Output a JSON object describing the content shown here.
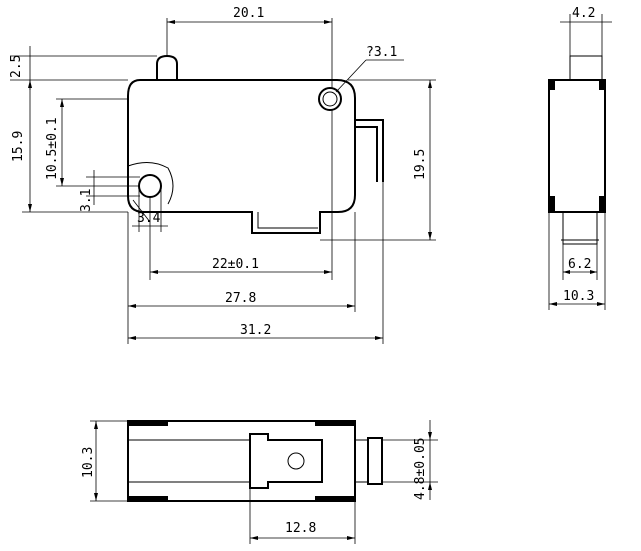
{
  "front_view": {
    "dimensions": {
      "actuator_to_hole": "20.1",
      "hole_diameter": "?3.1",
      "actuator_height": "2.5",
      "overall_height": "15.9",
      "pin_height": "10.5±0.1",
      "total_height": "19.5",
      "lower_hole_offset": "3.1",
      "lower_hole_diameter": "3.4",
      "hole_spacing": "22±0.1",
      "body_length": "27.8",
      "overall_length": "31.2"
    }
  },
  "side_view": {
    "dimensions": {
      "actuator_width": "4.2",
      "terminal_width": "6.2",
      "body_width": "10.3"
    }
  },
  "bottom_view": {
    "dimensions": {
      "body_width": "10.3",
      "terminal_width": "4.8±0.05",
      "terminal_length": "12.8"
    }
  }
}
